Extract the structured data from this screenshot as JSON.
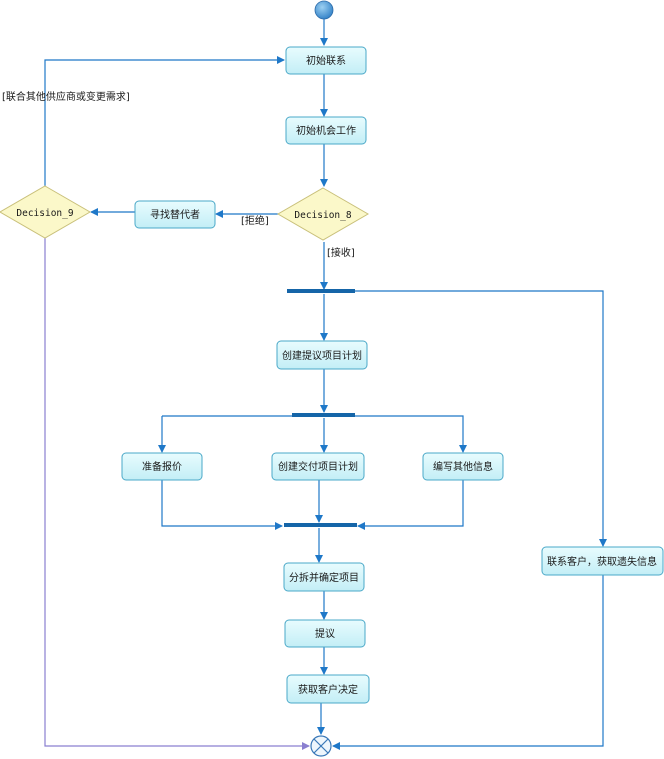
{
  "diagram": {
    "colors": {
      "flow": "#1f78c8",
      "action_fill": "#cff4f9",
      "action_stroke": "#4aa8c8",
      "decision_fill": "#fbf8c9",
      "decision_stroke": "#c9c07a",
      "bar": "#1565a8",
      "final_flow": "#8a7fd0",
      "start": "#2f7fc6"
    },
    "actions": {
      "initial_contact": "初始联系",
      "initial_opportunity_work": "初始机会工作",
      "find_alternative": "寻找替代者",
      "create_proposal_plan": "创建提议项目计划",
      "prepare_quote": "准备报价",
      "create_delivery_plan": "创建交付项目计划",
      "write_other_info": "编写其他信息",
      "split_and_confirm": "分拆并确定项目",
      "propose": "提议",
      "get_customer_decision": "获取客户决定",
      "contact_customer_lost_info": "联系客户，获取遗失信息"
    },
    "decisions": {
      "decision_8": "Decision_8",
      "decision_9": "Decision_9"
    },
    "guards": {
      "contact_other_suppliers": "[联合其他供应商或变更需求]",
      "reject": "[拒绝]",
      "accept": "[接收]"
    }
  }
}
